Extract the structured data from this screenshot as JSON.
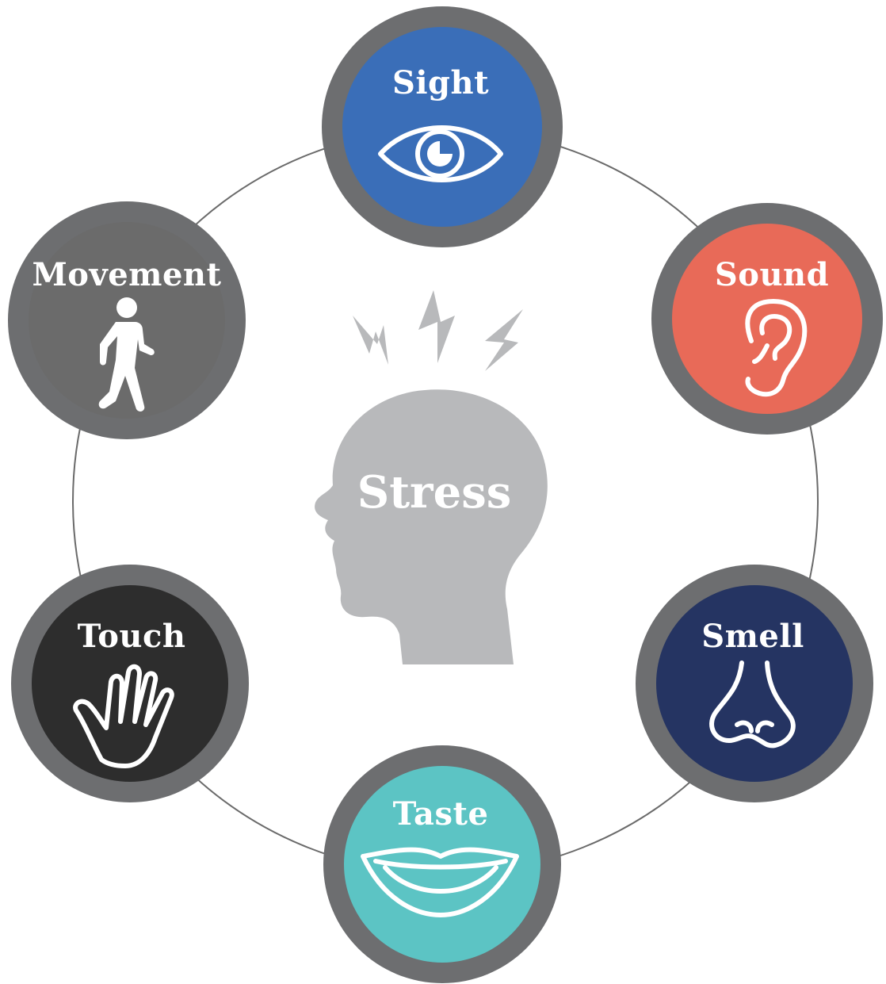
{
  "center": {
    "label": "Stress",
    "icon": "head-profile-icon",
    "decoration": "lightning-bolts-icon",
    "color": "#b8b9bb"
  },
  "senses": [
    {
      "id": "sight",
      "label": "Sight",
      "icon": "eye-icon",
      "color": "#3a6eb8"
    },
    {
      "id": "sound",
      "label": "Sound",
      "icon": "ear-icon",
      "color": "#e86a58"
    },
    {
      "id": "smell",
      "label": "Smell",
      "icon": "nose-icon",
      "color": "#253462"
    },
    {
      "id": "taste",
      "label": "Taste",
      "icon": "mouth-icon",
      "color": "#5cc4c4"
    },
    {
      "id": "touch",
      "label": "Touch",
      "icon": "hand-icon",
      "color": "#2d2d2d"
    },
    {
      "id": "movement",
      "label": "Movement",
      "icon": "walking-person-icon",
      "color": "#6b6b6b"
    }
  ],
  "colors": {
    "ring_border": "#6d6e70",
    "connector": "#6a6a6a"
  }
}
